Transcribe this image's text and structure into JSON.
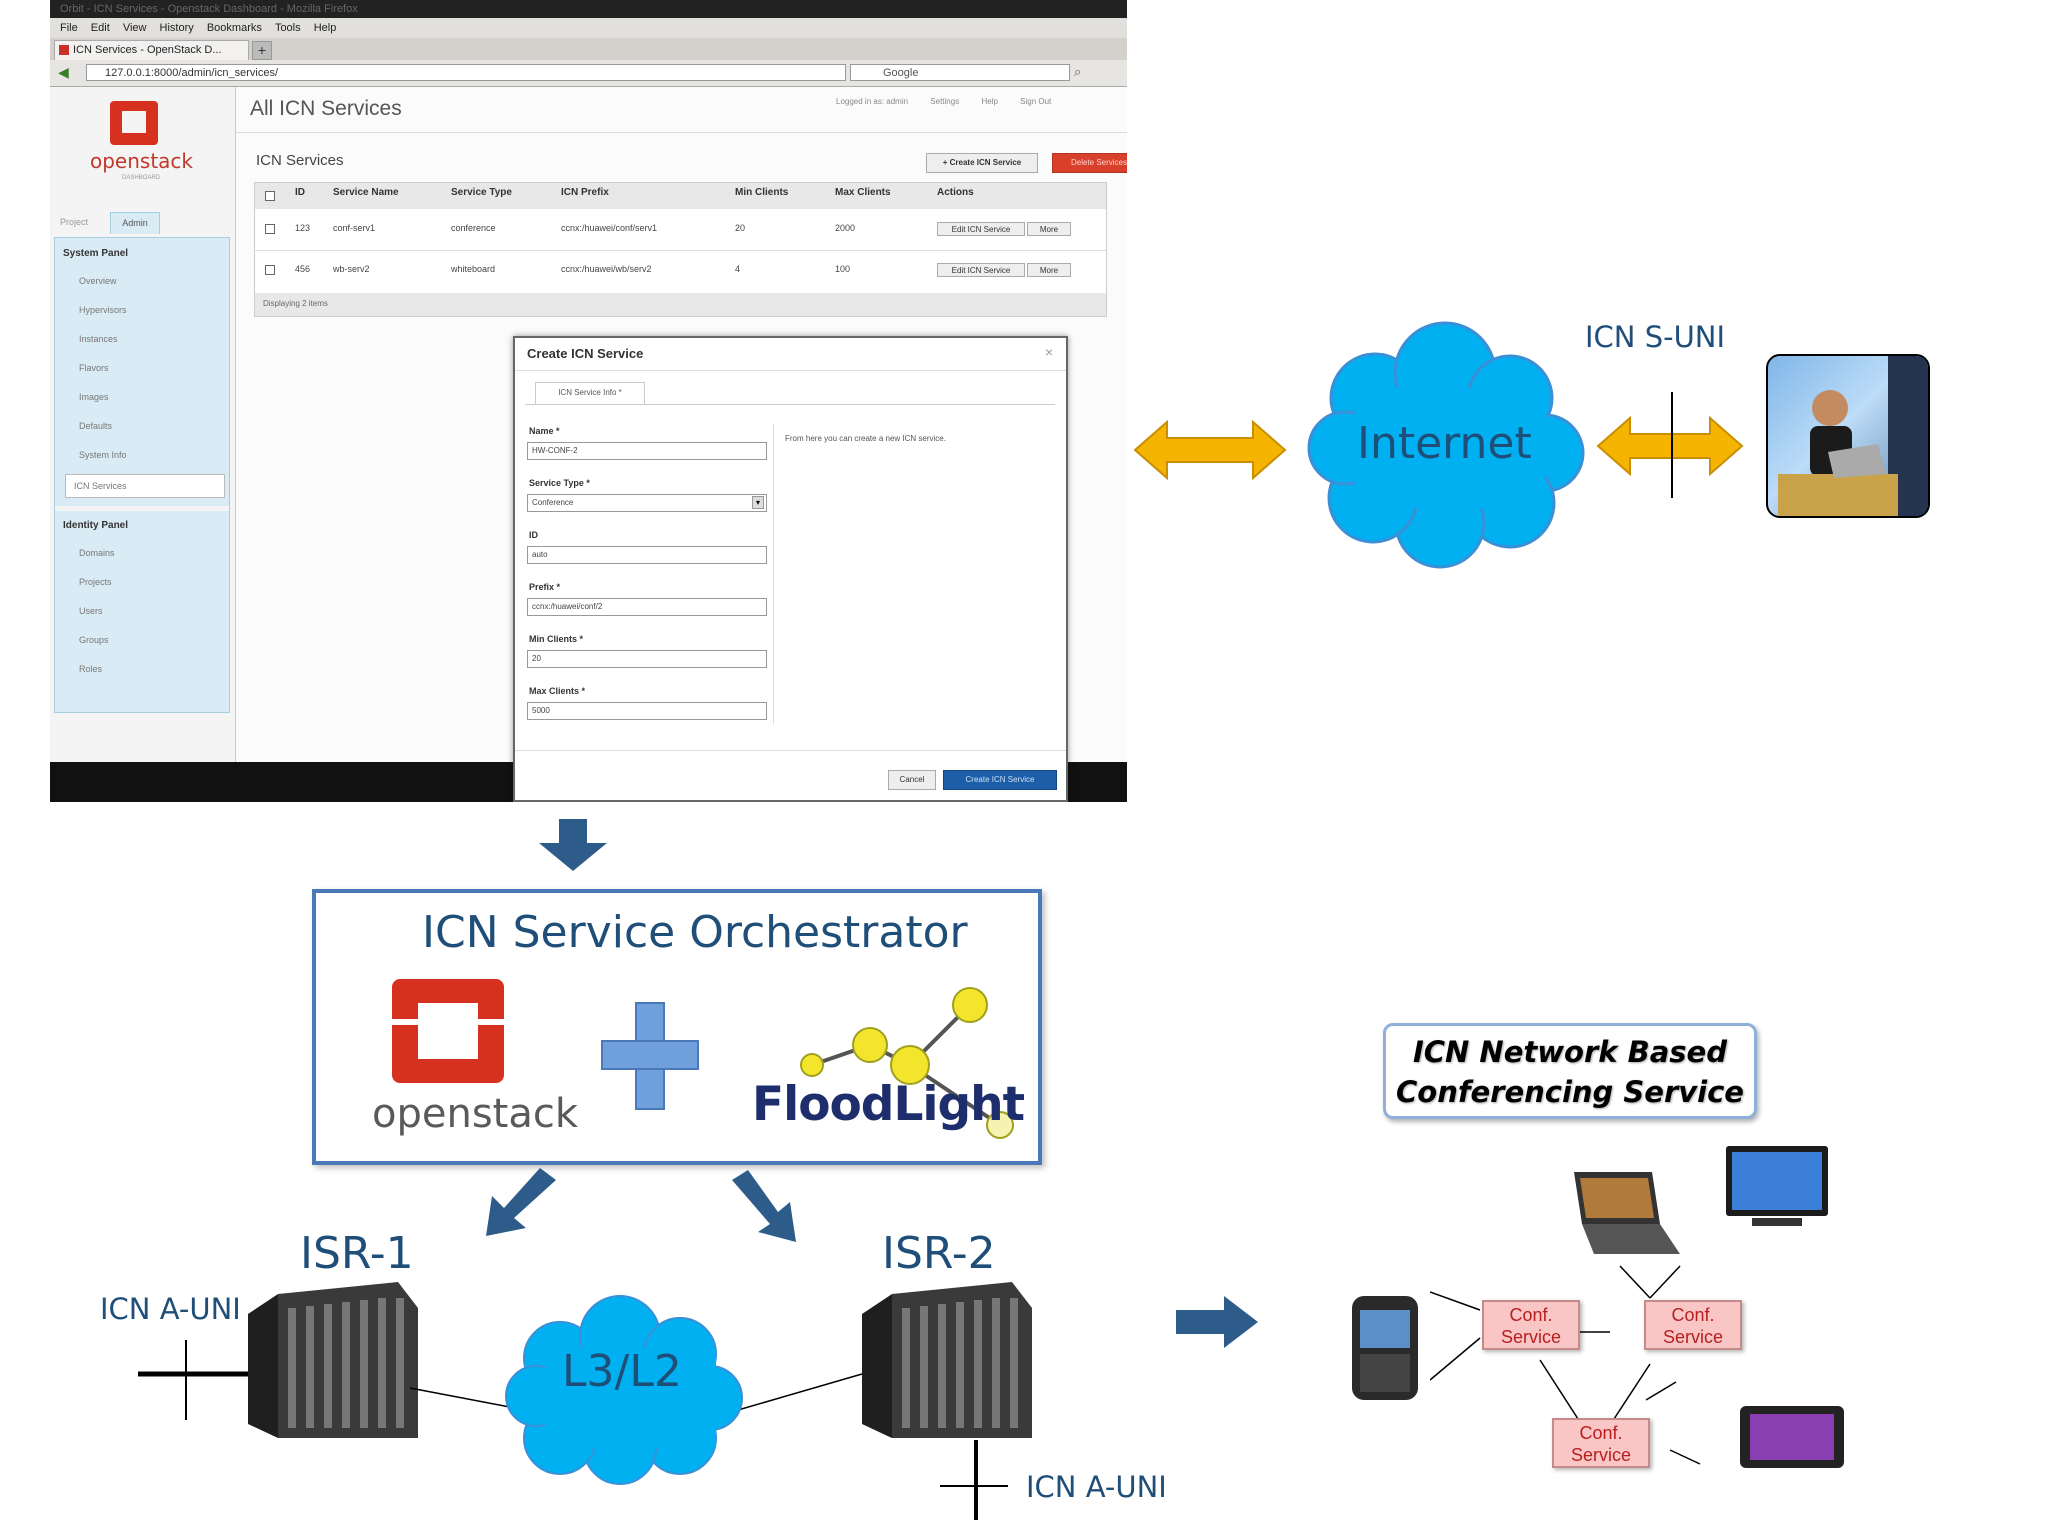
{
  "browser": {
    "window_title": "Orbit - ICN Services - Openstack Dashboard - Mozilla Firefox",
    "menu": [
      "File",
      "Edit",
      "View",
      "History",
      "Bookmarks",
      "Tools",
      "Help"
    ],
    "tab_label": "ICN Services - OpenStack D...",
    "url": "127.0.0.1:8000/admin/icn_services/",
    "search_placeholder": "Google"
  },
  "dashboard": {
    "logo_text": "openstack",
    "logo_sub": "DASHBOARD",
    "tabs": [
      "Project",
      "Admin"
    ],
    "system_panel": {
      "title": "System Panel",
      "items": [
        "Overview",
        "Hypervisors",
        "Instances",
        "Flavors",
        "Images",
        "Defaults",
        "System Info",
        "ICN Services"
      ]
    },
    "identity_panel": {
      "title": "Identity Panel",
      "items": [
        "Domains",
        "Projects",
        "Users",
        "Groups",
        "Roles"
      ]
    },
    "page_title": "All ICN Services",
    "user_links": [
      "Logged in as: admin",
      "Settings",
      "Help",
      "Sign Out"
    ],
    "section_title": "ICN Services",
    "create_button": "+ Create ICN Service",
    "delete_button": "Delete Services",
    "columns": [
      "ID",
      "Service Name",
      "Service Type",
      "ICN Prefix",
      "Min Clients",
      "Max Clients",
      "Actions"
    ],
    "rows": [
      {
        "id": "123",
        "name": "conf-serv1",
        "type": "conference",
        "prefix": "ccnx:/huawei/conf/serv1",
        "min": "20",
        "max": "2000",
        "edit": "Edit ICN Service",
        "more": "More"
      },
      {
        "id": "456",
        "name": "wb-serv2",
        "type": "whiteboard",
        "prefix": "ccnx:/huawei/wb/serv2",
        "min": "4",
        "max": "100",
        "edit": "Edit ICN Service",
        "more": "More"
      }
    ],
    "footer": "Displaying 2 items"
  },
  "modal": {
    "title": "Create ICN Service",
    "close": "×",
    "tab": "ICN Service Info *",
    "help": "From here you can create a new ICN service.",
    "fields": [
      {
        "label": "Name *",
        "value": "HW-CONF-2"
      },
      {
        "label": "Service Type *",
        "value": "Conference"
      },
      {
        "label": "ID",
        "value": "auto"
      },
      {
        "label": "Prefix *",
        "value": "ccnx:/huawei/conf/2"
      },
      {
        "label": "Min Clients *",
        "value": "20"
      },
      {
        "label": "Max Clients *",
        "value": "5000"
      }
    ],
    "cancel": "Cancel",
    "submit": "Create ICN Service"
  },
  "diagram": {
    "internet_label": "Internet",
    "s_uni_label": "ICN S-UNI",
    "orchestrator_title": "ICN Service Orchestrator",
    "openstack_logo": "openstack",
    "floodlight_logo": "FloodLight",
    "isr1_label": "ISR-1",
    "isr2_label": "ISR-2",
    "a_uni_left": "ICN A-UNI",
    "a_uni_bottom": "ICN A-UNI",
    "l3l2_label": "L3/L2",
    "conferencing_line1": "ICN Network Based",
    "conferencing_line2": "Conferencing Service",
    "conf_nodes": [
      {
        "line1": "Conf.",
        "line2": "Service"
      },
      {
        "line1": "Conf.",
        "line2": "Service"
      },
      {
        "line1": "Conf.",
        "line2": "Service"
      }
    ]
  },
  "colors": {
    "label_blue": "#1f4e79",
    "cloud_blue": "#00b0f0",
    "arrow_yellow": "#f5b400",
    "arrow_navy": "#2e5c8a",
    "openstack_red": "#d6301e"
  }
}
